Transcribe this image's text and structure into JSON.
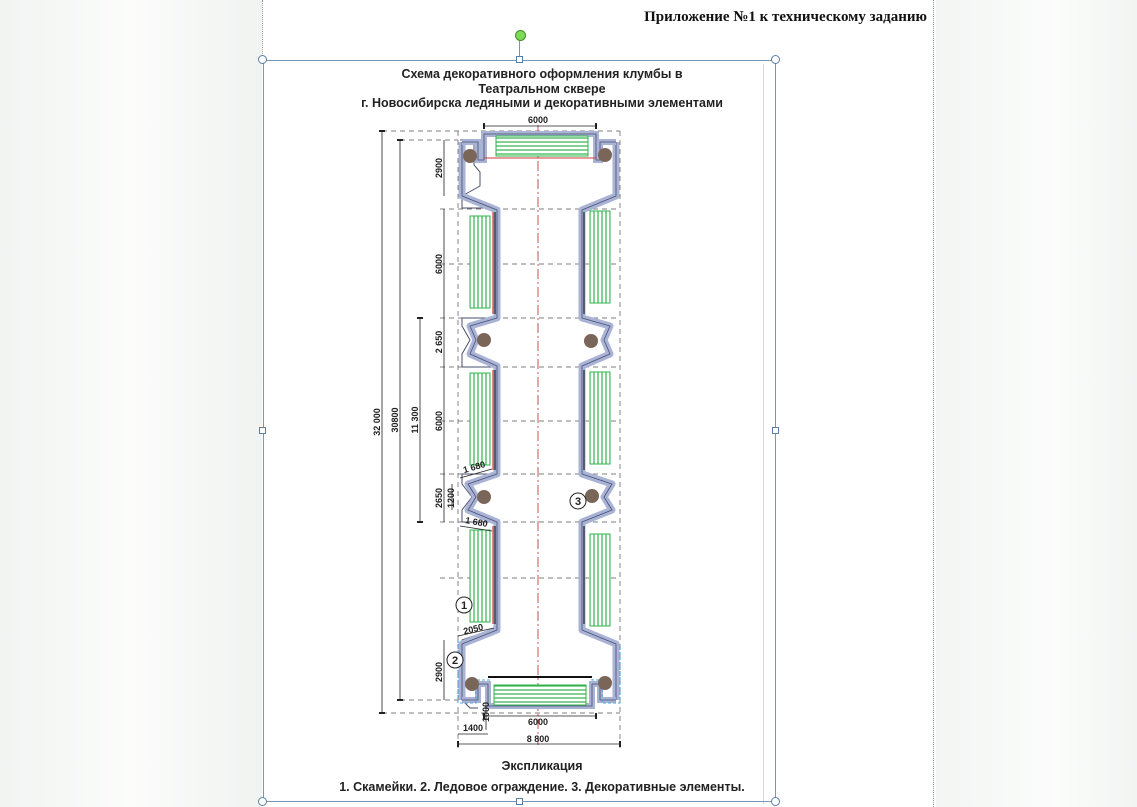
{
  "doc": {
    "header": "Приложение №1 к техническому заданию"
  },
  "scheme": {
    "title_lines": [
      "Схема декоративного оформления клумбы в",
      "Театральном сквере",
      "г. Новосибирска ледяными и декоративными элементами"
    ],
    "dimensions": {
      "top_width": "6000",
      "top_section": "2900",
      "section_1": "6000",
      "section_2": "2 650",
      "section_3": "6000",
      "section_4a": "2650",
      "section_4b": "1200",
      "diag_1": "1 680",
      "diag_2": "1 680",
      "diag_3": "2050",
      "bottom_section": "2900",
      "bottom_width": "6000",
      "bottom_offset": "1400",
      "bottom_depth": "1000",
      "total_width": "8 800",
      "total_length": "32 000",
      "inner_length": "30800",
      "middle_length": "11 300"
    },
    "markers": {
      "bench": "1",
      "ice_fence": "2",
      "decor": "3"
    },
    "legend_title": "Экспликация",
    "legend_text": "1. Скамейки. 2. Ледовое ограждение. 3. Декоративные элементы."
  },
  "colors": {
    "fence_fill": "#a9b3d6",
    "fence_stroke": "#4a4f6e",
    "bench": "#2fb34a",
    "decor_circle": "#7a6659",
    "axis_red": "#d43a3a",
    "ice_blue": "#4aa6d8",
    "selection": "#5a7fa6",
    "rotate_handle": "#7ed957"
  }
}
